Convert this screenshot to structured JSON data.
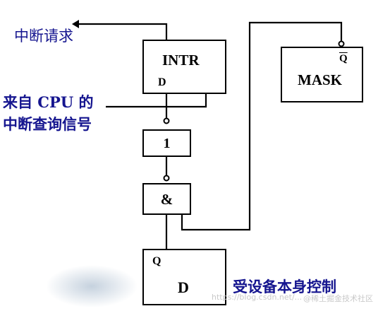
{
  "diagram": {
    "blocks": {
      "intr": {
        "name": "INTR",
        "port": "D"
      },
      "mask": {
        "name": "MASK",
        "port": "Q"
      },
      "inv": {
        "name": "1"
      },
      "and": {
        "name": "&"
      },
      "dff": {
        "name": "D",
        "port": "Q"
      }
    },
    "labels": {
      "interrupt_request": "中断请求",
      "cpu_query_line1": "来自 CPU 的",
      "cpu_query_line2": "中断查询信号",
      "device_control": "受设备本身控制"
    }
  },
  "watermark": {
    "text_left": "https://blog.csdn.net/...",
    "text_right": "@稀土掘金技术社区"
  },
  "colors": {
    "line": "#000000",
    "label": "#15158f",
    "background": "#ffffff"
  }
}
